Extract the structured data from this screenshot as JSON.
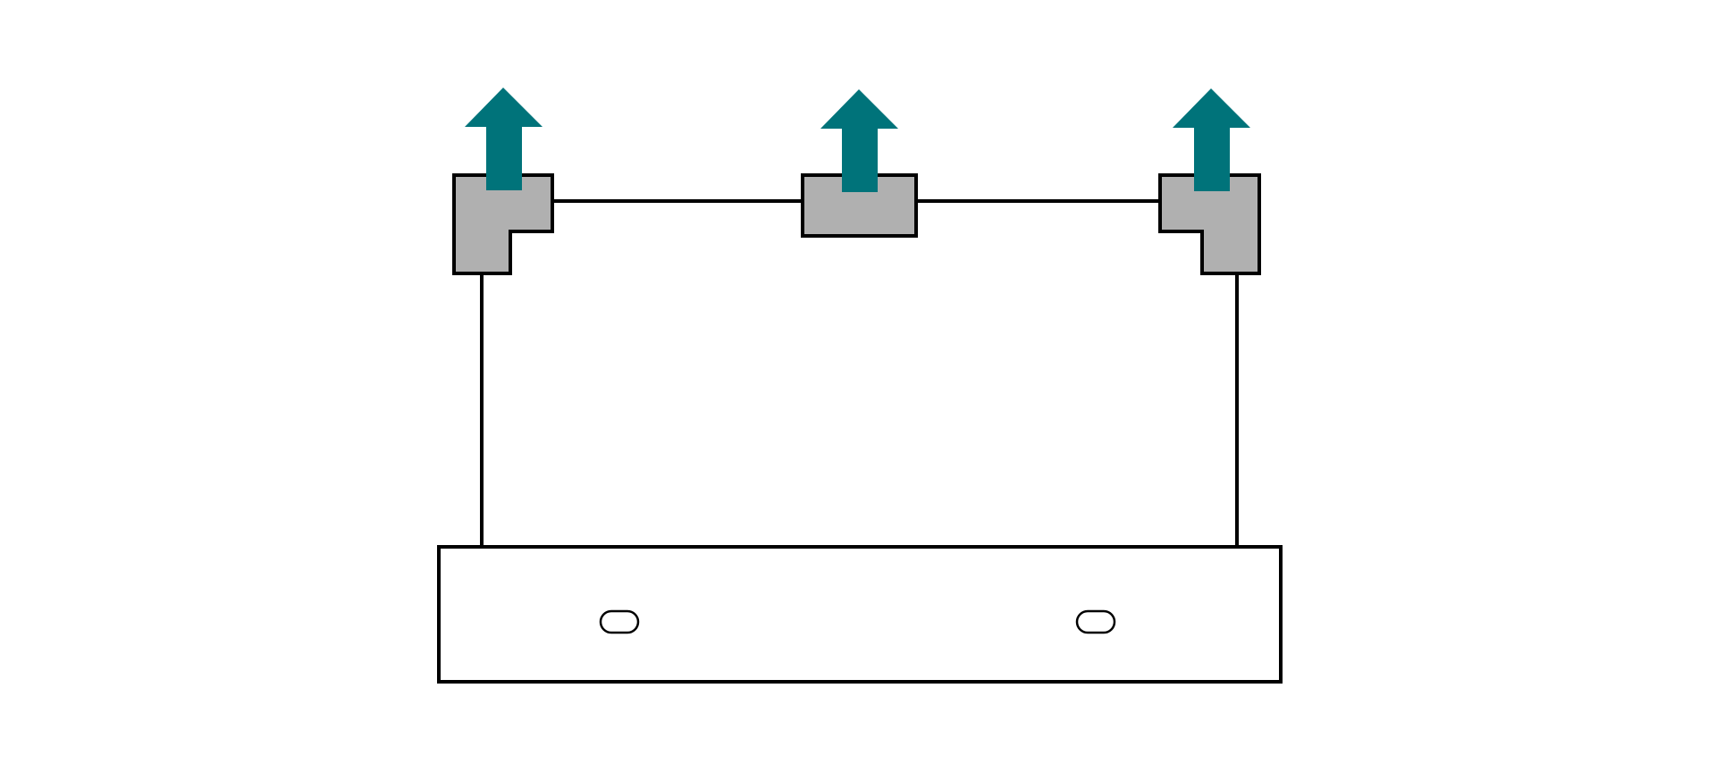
{
  "diagram": {
    "colors": {
      "arrow": "#00737a",
      "clip_fill": "#b0b0b0",
      "stroke": "#000000",
      "background": "#ffffff"
    },
    "elements": {
      "frame": "rectangular-frame",
      "base": "base-panel",
      "clips": [
        "corner-clip-left",
        "center-clip",
        "corner-clip-right"
      ],
      "arrows": [
        "up-arrow-icon",
        "up-arrow-icon",
        "up-arrow-icon"
      ],
      "slots": [
        "mounting-slot-left",
        "mounting-slot-right"
      ]
    }
  }
}
